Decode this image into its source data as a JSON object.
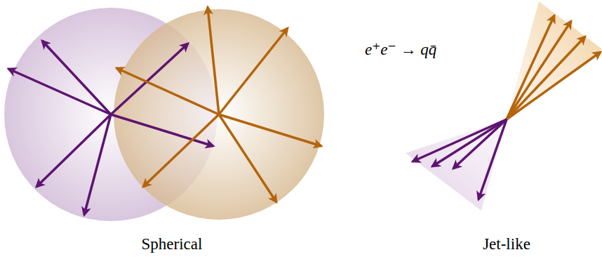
{
  "diagram": {
    "labels": [
      "e⁺e⁻ → qq̄",
      "Spherical",
      "Jet-like"
    ]
  }
}
